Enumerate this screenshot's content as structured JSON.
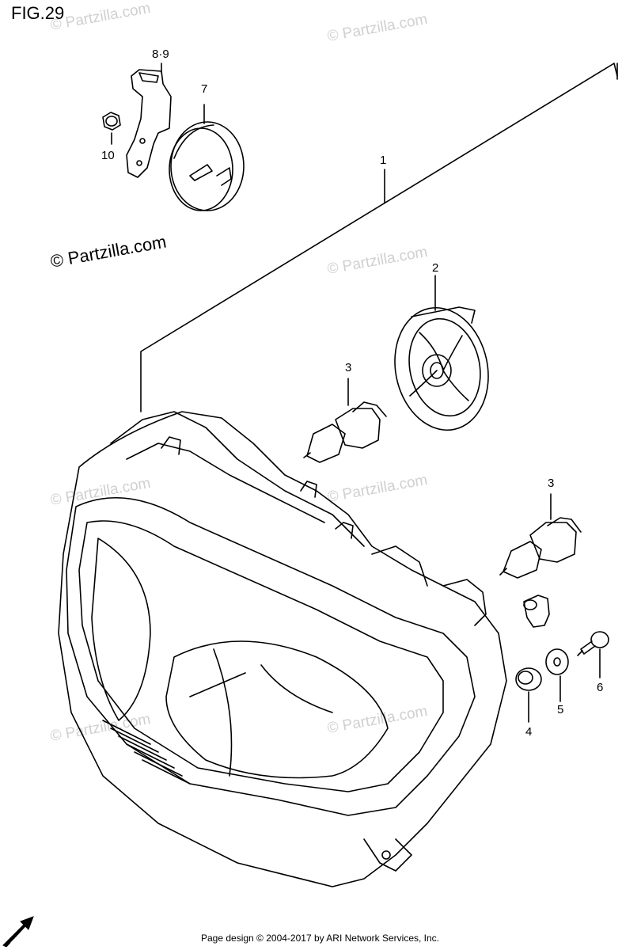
{
  "figure": {
    "title": "FIG.29"
  },
  "copyright": "© Partzilla.com",
  "watermark_text": "© Partzilla.com",
  "callouts": [
    {
      "id": "c-1",
      "label": "1"
    },
    {
      "id": "c-2",
      "label": "2"
    },
    {
      "id": "c-3a",
      "label": "3"
    },
    {
      "id": "c-3b",
      "label": "3"
    },
    {
      "id": "c-4",
      "label": "4"
    },
    {
      "id": "c-5",
      "label": "5"
    },
    {
      "id": "c-6",
      "label": "6"
    },
    {
      "id": "c-7",
      "label": "7"
    },
    {
      "id": "c-89",
      "label": "8·9"
    },
    {
      "id": "c-10",
      "label": "10"
    }
  ],
  "fwd_badge": "FWD",
  "footer": "Page design © 2004-2017 by ARI Network Services, Inc."
}
